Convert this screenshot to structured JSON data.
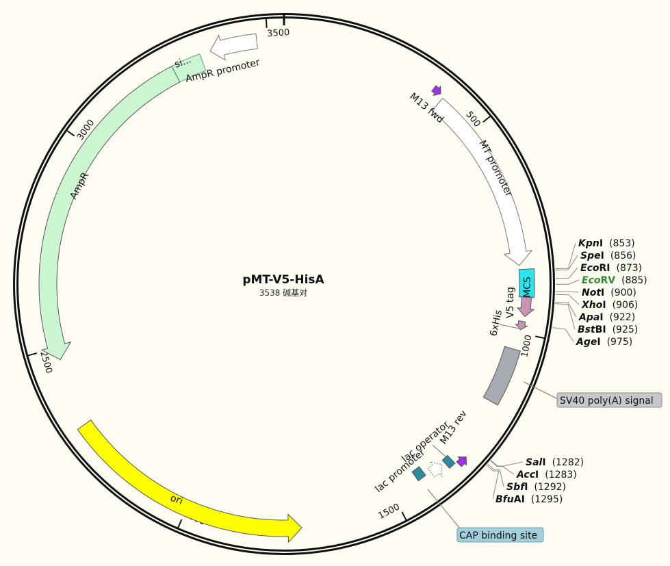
{
  "plasmid": {
    "name": "pMT-V5-HisA",
    "length_label": "3538 碱基对",
    "length_bp": 3538
  },
  "ticks": [
    {
      "bp": 500,
      "label": "500"
    },
    {
      "bp": 1000,
      "label": "1000"
    },
    {
      "bp": 1500,
      "label": "1500"
    },
    {
      "bp": 2000,
      "label": "2000"
    },
    {
      "bp": 2500,
      "label": "2500"
    },
    {
      "bp": 3000,
      "label": "3000"
    },
    {
      "bp": 3500,
      "label": "3500"
    }
  ],
  "features": [
    {
      "id": "ampr-promoter",
      "label": "AmpR promoter",
      "start": 3365,
      "end": 3475,
      "strand": -1,
      "color": "#ffffff"
    },
    {
      "id": "ampr",
      "label": "AmpR",
      "start": 2470,
      "end": 3340,
      "strand": -1,
      "color": "#ccf5d2"
    },
    {
      "id": "signal-peptide",
      "label": "si...",
      "start": 3270,
      "end": 3340,
      "strand": 0,
      "color": "#ccf5d2"
    },
    {
      "id": "m13-fwd",
      "label": "M13 fwd",
      "start": 368,
      "end": 388,
      "strand": 1,
      "color": "#9b30ef"
    },
    {
      "id": "mt-promoter",
      "label": "MT promoter",
      "start": 398,
      "end": 840,
      "strand": 1,
      "color": "#ffffff"
    },
    {
      "id": "mcs",
      "label": "MCS",
      "start": 850,
      "end": 915,
      "strand": 0,
      "color": "#27e6ef"
    },
    {
      "id": "v5-tag",
      "label": "V5 tag",
      "start": 915,
      "end": 960,
      "strand": 1,
      "color": "#c893b4"
    },
    {
      "id": "6xhis",
      "label": "6xHis",
      "start": 972,
      "end": 992,
      "strand": 1,
      "color": "#c893b4"
    },
    {
      "id": "sv40-polya",
      "label": "SV40 poly(A) signal",
      "start": 1040,
      "end": 1175,
      "strand": 0,
      "color": "#a6abb2"
    },
    {
      "id": "m13-rev",
      "label": "M13 rev",
      "start": 1312,
      "end": 1335,
      "strand": -1,
      "color": "#9b30ef"
    },
    {
      "id": "lac-operator",
      "label": "lac operator",
      "start": 1340,
      "end": 1357,
      "strand": 0,
      "color": "#2e8a9e"
    },
    {
      "id": "lac-promoter",
      "label": "lac promoter",
      "start": 1365,
      "end": 1396,
      "strand": -1,
      "color": "#ffffff"
    },
    {
      "id": "cap-binding-site",
      "label": "CAP binding site",
      "start": 1410,
      "end": 1432,
      "strand": 0,
      "color": "#2e8a9e"
    },
    {
      "id": "ori",
      "label": "ori",
      "start": 1728,
      "end": 2308,
      "strand": -1,
      "color": "#ffff00"
    }
  ],
  "enzymes": [
    {
      "italic": "Kpn",
      "suffix": "I",
      "pos": "(853)",
      "bp": 853,
      "color": "#111111"
    },
    {
      "italic": "Spe",
      "suffix": "I",
      "pos": "(856)",
      "bp": 856,
      "color": "#111111"
    },
    {
      "italic": "Eco",
      "suffix": "RI",
      "pos": "(873)",
      "bp": 873,
      "color": "#111111"
    },
    {
      "italic": "Eco",
      "suffix": "RV",
      "pos": "(885)",
      "bp": 885,
      "color": "#2e8b2e"
    },
    {
      "italic": "Not",
      "suffix": "I",
      "pos": "(900)",
      "bp": 900,
      "color": "#111111"
    },
    {
      "italic": "Xho",
      "suffix": "I",
      "pos": "(906)",
      "bp": 906,
      "color": "#111111"
    },
    {
      "italic": "Apa",
      "suffix": "I",
      "pos": "(922)",
      "bp": 922,
      "color": "#111111"
    },
    {
      "italic": "Bst",
      "suffix": "BI",
      "pos": "(925)",
      "bp": 925,
      "color": "#111111"
    },
    {
      "italic": "Age",
      "suffix": "I",
      "pos": "(975)",
      "bp": 975,
      "color": "#111111"
    },
    {
      "italic": "Sal",
      "suffix": "I",
      "pos": "(1282)",
      "bp": 1282,
      "color": "#111111"
    },
    {
      "italic": "Acc",
      "suffix": "I",
      "pos": "(1283)",
      "bp": 1283,
      "color": "#111111"
    },
    {
      "italic": "Sbf",
      "suffix": "I",
      "pos": "(1292)",
      "bp": 1292,
      "color": "#111111"
    },
    {
      "italic": "Bfu",
      "suffix": "AI",
      "pos": "(1295)",
      "bp": 1295,
      "color": "#111111"
    }
  ]
}
